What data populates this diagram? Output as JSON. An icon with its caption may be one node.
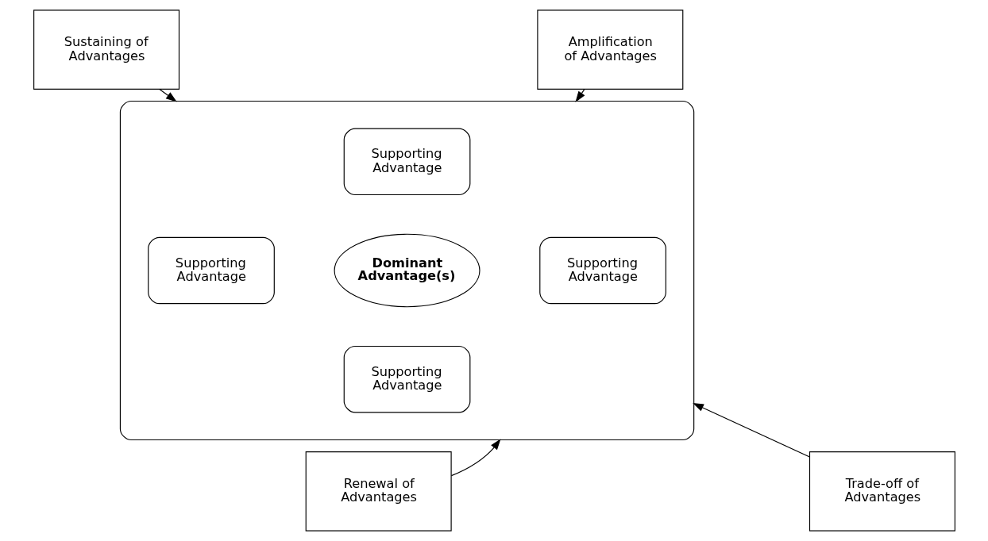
{
  "diagram": {
    "nodes": [
      {
        "text": [
          "Sustaining of Advantages"
        ]
      },
      {
        "text": [
          "Amplification of Advantages"
        ]
      },
      {
        "text": [],
        "shape": "ellipse"
      },
      {
        "text": [
          "Supporting Advantage"
        ],
        "in": 2
      },
      {
        "text": [
          "Supporting Advantage"
        ],
        "in": 2
      },
      {
        "text": [
          "Dominant Advantage(s)"
        ],
        "in": 2
      },
      {
        "text": [
          "Supporting Advantage"
        ],
        "in": 2
      },
      {
        "text": [
          "Supporting Advantage"
        ],
        "in": 2
      },
      {
        "text": [
          "Renewal of Advantages"
        ]
      },
      {
        "text": [
          "Trade-off of Advantages"
        ]
      }
    ],
    "edges": [
      {
        "from": 0,
        "to": 2,
        "arrow": "to"
      },
      {
        "from": 1,
        "to": 2,
        "arrow": "to"
      },
      {
        "from": 8,
        "to": 2,
        "arrow": "to"
      },
      {
        "from": 9,
        "to": 2,
        "arrow": "to"
      }
    ]
  }
}
